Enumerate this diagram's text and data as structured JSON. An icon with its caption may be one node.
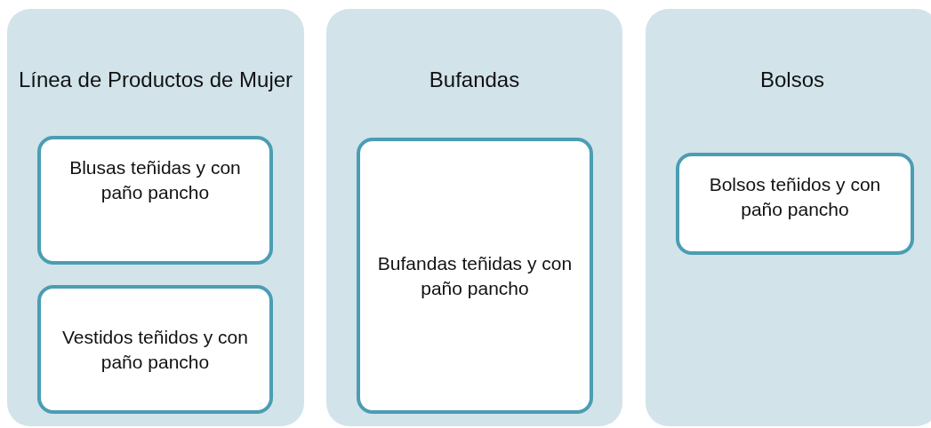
{
  "diagram": {
    "nodes": [
      {
        "text": [
          "Línea de Productos de Mujer"
        ]
      },
      {
        "text": [
          "Blusas teñidas y con paño pancho"
        ],
        "in": 0
      },
      {
        "text": [
          "Vestidos teñidos y con paño pancho"
        ],
        "in": 0
      },
      {
        "text": [
          "Bufandas"
        ]
      },
      {
        "text": [
          "Bufandas teñidas y con paño pancho"
        ],
        "in": 3
      },
      {
        "text": [
          "Bolsos"
        ]
      },
      {
        "text": [
          "Bolsos teñidos y con paño pancho"
        ],
        "in": 5
      }
    ]
  }
}
